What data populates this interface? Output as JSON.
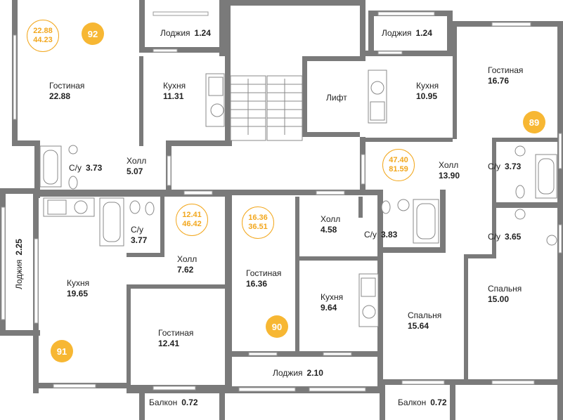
{
  "apartments": [
    {
      "id": "92",
      "living_area": "22.88",
      "total_area": "44.23"
    },
    {
      "id": "89",
      "living_area": "47.40",
      "total_area": "81.59"
    },
    {
      "id": "91",
      "living_area": "12.41",
      "total_area": "46.42"
    },
    {
      "id": "90",
      "living_area": "16.36",
      "total_area": "36.51"
    }
  ],
  "rooms": {
    "gostinaya_92": {
      "name": "Гостиная",
      "area": "22.88"
    },
    "loggia_92": {
      "name": "Лоджия",
      "area": "1.24"
    },
    "kitchen_92": {
      "name": "Кухня",
      "area": "11.31"
    },
    "hall_92": {
      "name": "Холл",
      "area": "5.07"
    },
    "bath_92": {
      "name": "С/у",
      "area": "3.73"
    },
    "lift": {
      "name": "Лифт"
    },
    "loggia_89": {
      "name": "Лоджия",
      "area": "1.24"
    },
    "kitchen_89": {
      "name": "Кухня",
      "area": "10.95"
    },
    "gostinaya_89": {
      "name": "Гостиная",
      "area": "16.76"
    },
    "hall_89": {
      "name": "Холл",
      "area": "13.90"
    },
    "bath_89a": {
      "name": "С/у",
      "area": "3.73"
    },
    "bath_89b": {
      "name": "С/у",
      "area": "3.65"
    },
    "bedroom_89": {
      "name": "Спальня",
      "area": "15.00"
    },
    "bath_91": {
      "name": "С/у",
      "area": "3.77"
    },
    "hall_91": {
      "name": "Холл",
      "area": "7.62"
    },
    "kitchen_91": {
      "name": "Кухня",
      "area": "19.65"
    },
    "gostinaya_91": {
      "name": "Гостиная",
      "area": "12.41"
    },
    "loggia_91": {
      "name": "Лоджия",
      "area": "2.25"
    },
    "balcony_91": {
      "name": "Балкон",
      "area": "0.72"
    },
    "hall_90": {
      "name": "Холл",
      "area": "4.58"
    },
    "bath_90": {
      "name": "С/у",
      "area": "3.83"
    },
    "gostinaya_90": {
      "name": "Гостиная",
      "area": "16.36"
    },
    "kitchen_90": {
      "name": "Кухня",
      "area": "9.64"
    },
    "loggia_90": {
      "name": "Лоджия",
      "area": "2.10"
    },
    "bedroom_90": {
      "name": "Спальня",
      "area": "15.64"
    },
    "balcony_90": {
      "name": "Балкон",
      "area": "0.72"
    }
  },
  "colors": {
    "wall": "#7a7a7a",
    "accent": "#f2a71d",
    "badge": "#f7b733",
    "text": "#222222"
  }
}
